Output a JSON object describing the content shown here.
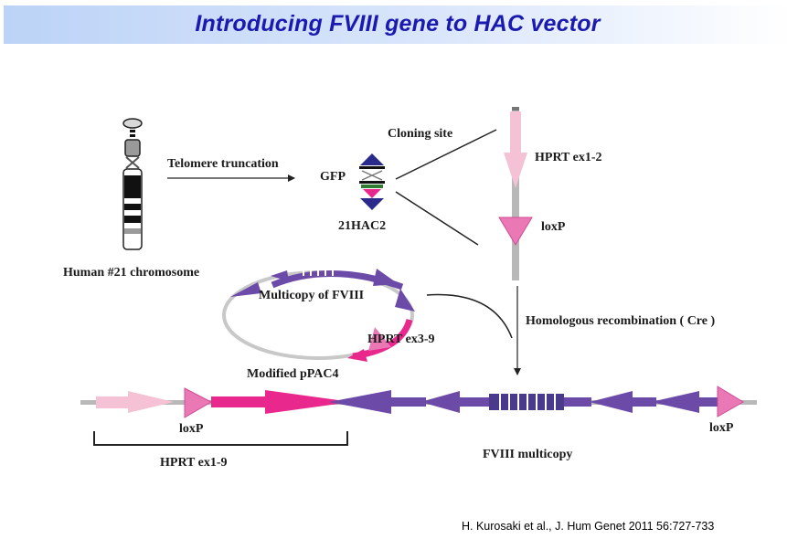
{
  "title": "Introducing FVIII gene to HAC vector",
  "labels": {
    "telomere_truncation": "Telomere truncation",
    "gfp": "GFP",
    "hac_name": "21HAC2",
    "cloning_site": "Cloning site",
    "hprt_ex1_2": "HPRT ex1-2",
    "loxp_top": "loxP",
    "human_chromosome": "Human #21 chromosome",
    "multicopy_fviii": "Multicopy of FVIII",
    "hprt_ex3_9": "HPRT ex3-9",
    "modified_ppac4": "Modified pPAC4",
    "homologous_recombination": "Homologous recombination ( Cre )",
    "loxp_left": "loxP",
    "loxp_right": "loxP",
    "hprt_ex1_9": "HPRT ex1-9",
    "fviii_multicopy": "FVIII multicopy"
  },
  "citation": "H. Kurosaki et al., J. Hum Genet 2011 56:727-733",
  "colors": {
    "title_text": "#1a1ab0",
    "pink_light": "#f5c1d4",
    "pink_hot": "#e8288c",
    "pink_loxp": "#e978b5",
    "purple": "#6c4aa8",
    "navy": "#2a2a8c",
    "gray_line": "#b8b8b8"
  }
}
